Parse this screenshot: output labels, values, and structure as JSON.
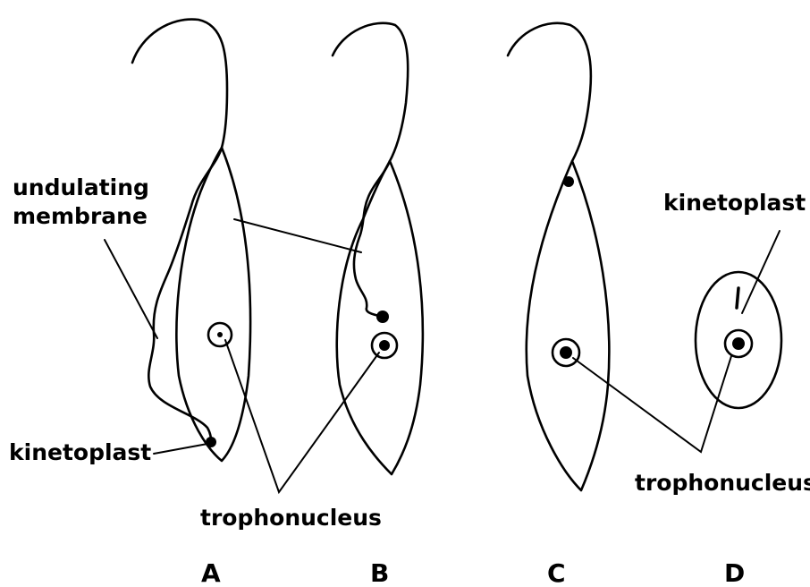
{
  "labels": {
    "undulating_line1": "undulating",
    "undulating_line2": "membrane",
    "kinetoplast_left": "kinetoplast",
    "kinetoplast_right": "kinetoplast",
    "trophonucleus_center": "trophonucleus",
    "trophonucleus_right": "trophonucleus"
  },
  "figures": [
    {
      "letter": "A"
    },
    {
      "letter": "B"
    },
    {
      "letter": "C"
    },
    {
      "letter": "D"
    }
  ]
}
